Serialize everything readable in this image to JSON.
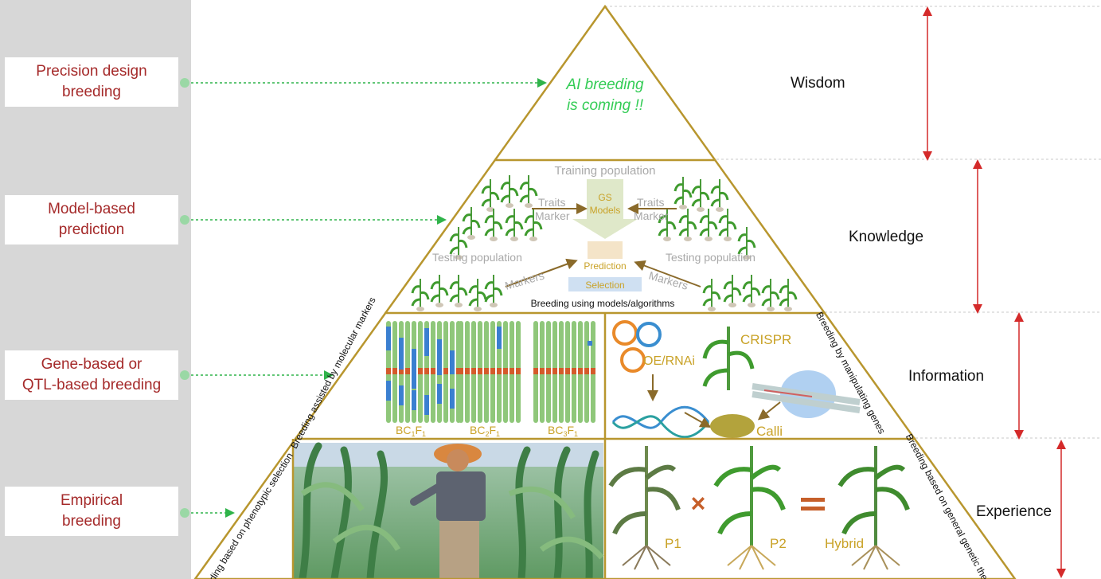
{
  "stages": [
    {
      "label": "Precision design\nbreeding"
    },
    {
      "label": "Model-based\nprediction"
    },
    {
      "label": "Gene-based or\nQTL-based breeding"
    },
    {
      "label": "Empirical\nbreeding"
    }
  ],
  "levels": [
    "Wisdom",
    "Knowledge",
    "Information",
    "Experience"
  ],
  "apex": {
    "line1": "AI breeding",
    "line2": "is coming !!"
  },
  "model_tier": {
    "training_population": "Training population",
    "traits_left": "Traits",
    "marker_left": "Marker",
    "traits_right": "Traits",
    "marker_right": "Marker",
    "gs": "GS",
    "models": "Models",
    "testing_left": "Testing population",
    "testing_right": "Testing population",
    "markers_left": "Markers",
    "markers_right": "Markers",
    "prediction": "Prediction",
    "selection": "Selection",
    "caption": "Breeding using models/algorithms"
  },
  "gene_tier": {
    "left_caption": "Breeding assisted by molecular markers",
    "bc1": "BC",
    "bc2": "BC",
    "bc3": "BC",
    "oe_rnai": "OE/RNAi",
    "crispr": "CRISPR",
    "calli": "Calli",
    "right_caption": "Breeding by manipulating genes"
  },
  "empirical_tier": {
    "left_caption": "Breeding based on phenotypic selection",
    "p1": "P1",
    "p2": "P2",
    "hybrid": "Hybrid",
    "right_caption": "Breeding based on general genetic theories"
  },
  "colors": {
    "frame": "#b8962e",
    "stage_text": "#a52a2a",
    "ai_text": "#33cc55",
    "arrow_green": "#2fb34a",
    "arrow_red": "#d42a2a",
    "gold_text": "#c9a227"
  }
}
